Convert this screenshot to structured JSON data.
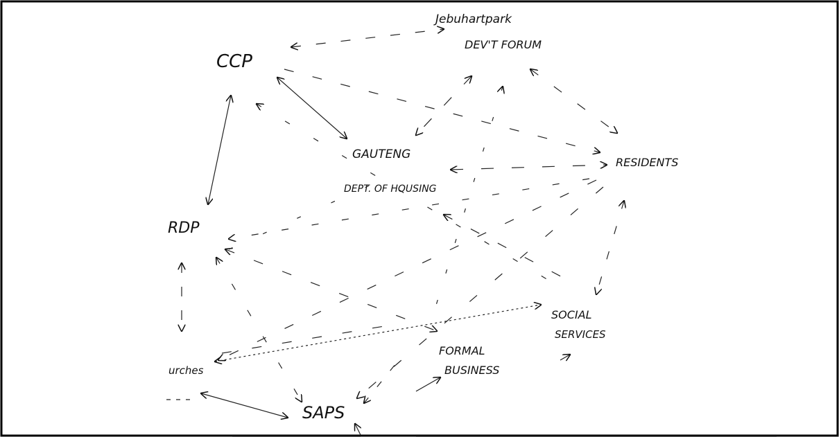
{
  "diagram": {
    "nodes": [
      {
        "id": "ccp",
        "label": "CCP"
      },
      {
        "id": "jdf_line1",
        "label": "Jebuhartpark"
      },
      {
        "id": "jdf_line2",
        "label": "DEV'T FORUM"
      },
      {
        "id": "residents",
        "label": "RESIDENTS"
      },
      {
        "id": "gauteng_line1",
        "label": "GAUTENG"
      },
      {
        "id": "gauteng_line2",
        "label": "DEPT. OF HOUSING"
      },
      {
        "id": "rdp",
        "label": "RDP"
      },
      {
        "id": "churches",
        "label": "urches"
      },
      {
        "id": "saps",
        "label": "SAPS"
      },
      {
        "id": "formal_line1",
        "label": "FORMAL"
      },
      {
        "id": "formal_line2",
        "label": "BUSINESS"
      },
      {
        "id": "social_line1",
        "label": "SOCIAL"
      },
      {
        "id": "social_line2",
        "label": "SERVICES"
      }
    ]
  }
}
